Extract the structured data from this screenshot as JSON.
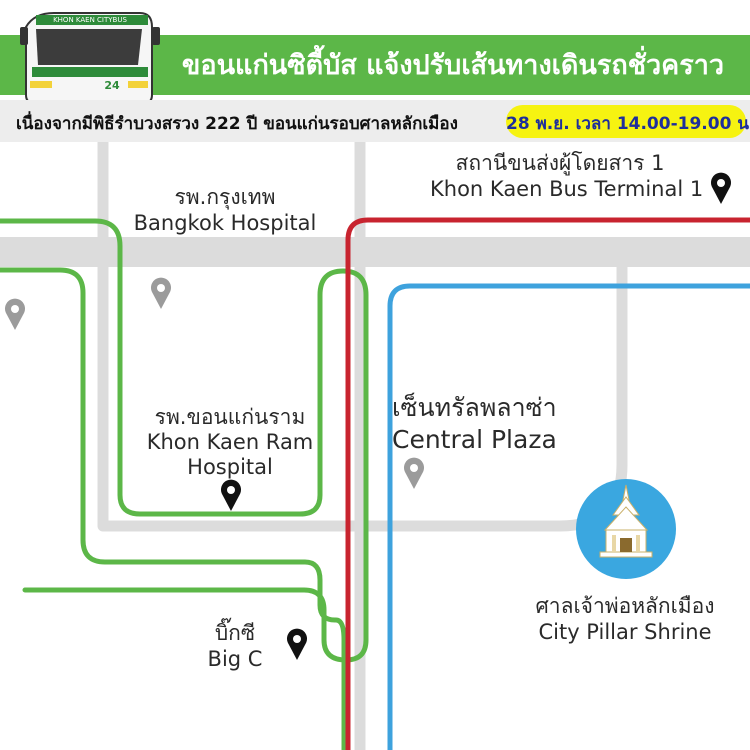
{
  "header": {
    "title": "ขอนแก่นซิตี้บัส แจ้งปรับเส้นทางเดินรถชั่วคราว",
    "bus_logo_text": "KHON KAEN CITYBUS",
    "bus_number": "24",
    "background_color": "#5cb748"
  },
  "notice": {
    "text": "เนื่องจากมีพิธีรำบวงสรวง 222 ปี ขอนแก่นรอบศาลหลักเมือง",
    "date_time": "28 พ.ย. เวลา 14.00-19.00 น.",
    "highlight_color": "#f6f311"
  },
  "places": {
    "bus_terminal": {
      "thai": "สถานีขนส่งผู้โดยสาร 1",
      "english": "Khon Kaen Bus Terminal 1"
    },
    "bangkok_hospital": {
      "thai": "รพ.กรุงเทพ",
      "english": "Bangkok Hospital"
    },
    "khon_kaen_ram": {
      "thai": "รพ.ขอนแก่นราม",
      "english_line1": "Khon Kaen Ram",
      "english_line2": "Hospital"
    },
    "central_plaza": {
      "thai": "เซ็นทรัลพลาซ่า",
      "english": "Central Plaza"
    },
    "city_pillar_shrine": {
      "thai": "ศาลเจ้าพ่อหลักเมือง",
      "english": "City Pillar Shrine"
    },
    "big_c": {
      "thai": "บิ๊กซี",
      "english": "Big C"
    }
  },
  "routes": {
    "green": "#5cb748",
    "red": "#c8242f",
    "blue": "#3ea2dd"
  },
  "colors": {
    "road": "#dcdcdc",
    "shrine_circle": "#3aa7e0",
    "pin_active": "#111111",
    "pin_inactive": "#9b9b9b"
  },
  "icons": {
    "bus": "bus-icon",
    "stop_pin": "map-pin-icon",
    "shrine": "shrine-icon"
  }
}
